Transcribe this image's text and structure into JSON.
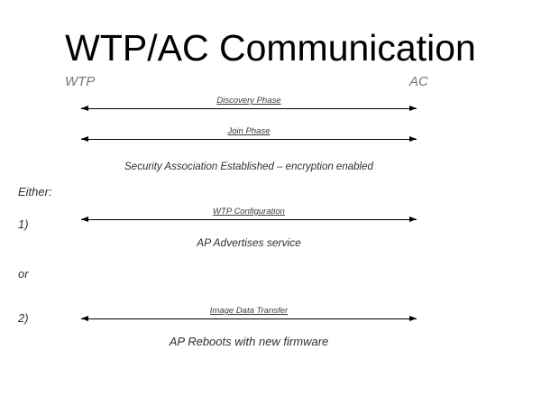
{
  "slide": {
    "title": "WTP/AC Communication",
    "actors": {
      "left": "WTP",
      "right": "AC"
    },
    "phases": [
      {
        "label": "Discovery Phase"
      },
      {
        "label": "Join Phase"
      }
    ],
    "security_note": "Security Association Established – encryption enabled",
    "either_label": "Either:",
    "or_label": "or",
    "options": [
      {
        "number": "1)",
        "arrow_label": "WTP Configuration",
        "note": "AP Advertises service"
      },
      {
        "number": "2)",
        "arrow_label": "Image Data Transfer",
        "note": "AP Reboots with new firmware"
      }
    ],
    "colors": {
      "title_text": "#000000",
      "actor_text": "#757575",
      "body_text": "#2f2f2f",
      "line": "#000000",
      "background": "#ffffff"
    }
  }
}
